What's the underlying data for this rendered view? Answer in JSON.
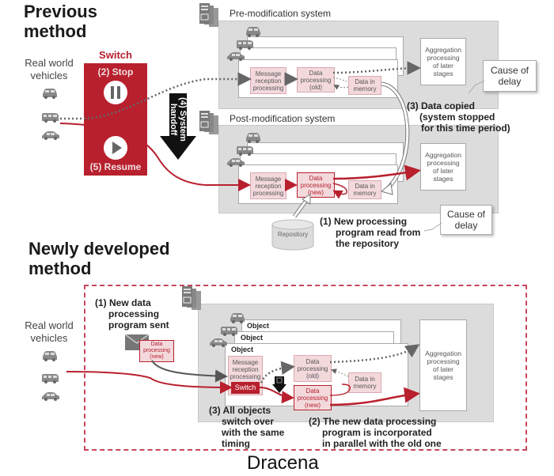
{
  "previous": {
    "heading": "Previous method",
    "heading_line1": "Previous",
    "heading_line2": "method",
    "vehicles_label_line1": "Real world",
    "vehicles_label_line2": "vehicles",
    "switch": {
      "title": "Switch",
      "stop_label": "(2) Stop",
      "resume_label": "(5) Resume"
    },
    "handoff_label_line1": "(4) System",
    "handoff_label_line2": "handoff",
    "pre_system": {
      "title": "Pre-modification system",
      "message_reception": [
        "Message",
        "reception",
        "processing"
      ],
      "data_processing": [
        "Data",
        "processing",
        "(old)"
      ],
      "data_in_memory": [
        "Data in",
        "memory"
      ],
      "aggregation": [
        "Aggregation",
        "processing",
        "of later",
        "stages"
      ]
    },
    "post_system": {
      "title": "Post-modification system",
      "message_reception": [
        "Message",
        "reception",
        "processing"
      ],
      "data_processing": [
        "Data",
        "processing",
        "(new)"
      ],
      "data_in_memory": [
        "Data in",
        "memory"
      ],
      "aggregation": [
        "Aggregation",
        "processing",
        "of later",
        "stages"
      ]
    },
    "repository_label": "Repository",
    "annotation_3": [
      "(3) Data copied",
      "(system stopped",
      "for this time period)"
    ],
    "annotation_1": [
      "(1) New processing",
      "program read from",
      "the repository"
    ],
    "callout_1": [
      "Cause of",
      "delay"
    ],
    "callout_2": [
      "Cause of",
      "delay"
    ]
  },
  "newly": {
    "heading_line1": "Newly developed",
    "heading_line2": "method",
    "vehicles_label_line1": "Real world",
    "vehicles_label_line2": "vehicles",
    "annotation_1": [
      "(1) New data",
      "processing",
      "program sent"
    ],
    "envelope_card": [
      "Data",
      "processing",
      "(new)"
    ],
    "object_labels": [
      "Object",
      "Object",
      "Object"
    ],
    "message_reception": [
      "Message",
      "reception",
      "processing"
    ],
    "switch_label": "Switch",
    "data_processing_old": [
      "Data",
      "processing",
      "(old)"
    ],
    "data_processing_new": [
      "Data",
      "processing",
      "(new)"
    ],
    "data_in_memory": [
      "Data in",
      "memory"
    ],
    "aggregation": [
      "Aggregation",
      "processing",
      "of later",
      "stages"
    ],
    "annotation_3": [
      "(3) All objects",
      "switch over",
      "with the same",
      "timing"
    ],
    "annotation_2": [
      "(2) The new data processing",
      "program is incorporated",
      "in parallel with the old one"
    ],
    "product_name": "Dracena"
  },
  "colors": {
    "accent_red": "#b8202e",
    "panel_gray": "#dcdcdc",
    "pink_box": "#f3d9dc",
    "dashed_border": "#c8475a"
  }
}
